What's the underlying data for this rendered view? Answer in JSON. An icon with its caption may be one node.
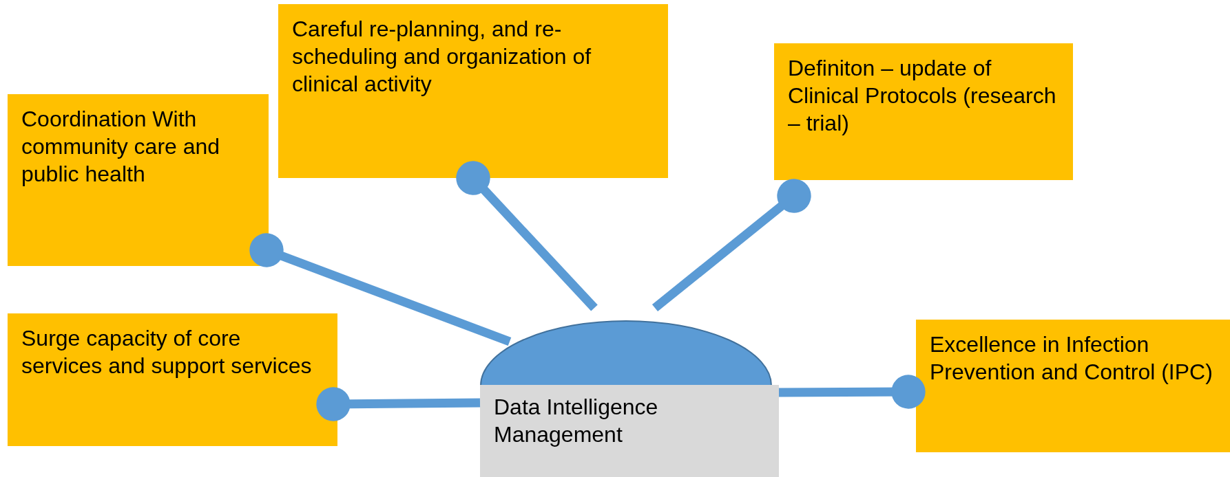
{
  "diagram": {
    "nodes": [
      {
        "text": [
          "Careful re-planning, and re-scheduling and organization of clinical activity"
        ]
      },
      {
        "text": [
          "Definiton – update of Clinical Protocols (research – trial)"
        ]
      },
      {
        "text": [
          "Coordination With community care and public health"
        ]
      },
      {
        "text": [
          "Surge capacity of core services and support services"
        ]
      },
      {
        "text": [
          "Data Intelligence Management"
        ]
      },
      {
        "text": [
          "Excellence in Infection Prevention and Control (IPC)"
        ]
      }
    ],
    "edges": [
      {
        "from": 4,
        "to": 2,
        "arrow": "other"
      },
      {
        "from": 4,
        "to": 0,
        "arrow": "other"
      },
      {
        "from": 4,
        "to": 1,
        "arrow": "other"
      },
      {
        "from": 4,
        "to": 3,
        "arrow": "other"
      },
      {
        "from": 4,
        "to": 5,
        "arrow": "other"
      }
    ]
  }
}
